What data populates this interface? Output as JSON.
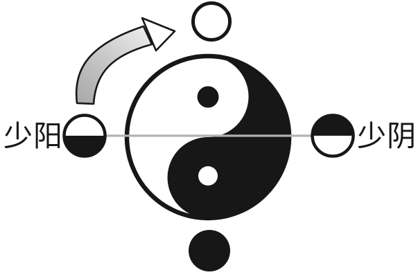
{
  "figure": {
    "type": "yin-yang-four-phases-cycle-diagram",
    "labels": {
      "left": "少阳",
      "right": "少阴"
    },
    "nodes": [
      {
        "id": "top",
        "symbol": "white-circle"
      },
      {
        "id": "bottom",
        "symbol": "black-circle"
      },
      {
        "id": "left",
        "symbol": "half-circle-white-top-black-bottom",
        "label": "少阳"
      },
      {
        "id": "right",
        "symbol": "half-circle-black-top-white-bottom",
        "label": "少阴"
      }
    ],
    "center_symbol": "taiji-yin-yang",
    "arrow": {
      "from": "left-node",
      "to": "top-node",
      "style": "curved-block-arrow",
      "direction": "clockwise"
    }
  },
  "colors": {
    "background": "#ffffff",
    "ink": "#171717",
    "axis_line": "#b2b2b2",
    "arrow_gradient_start": "#a9a9a9",
    "arrow_gradient_end": "#e8e8e8",
    "arrow_head_fill": "#ffffff"
  }
}
